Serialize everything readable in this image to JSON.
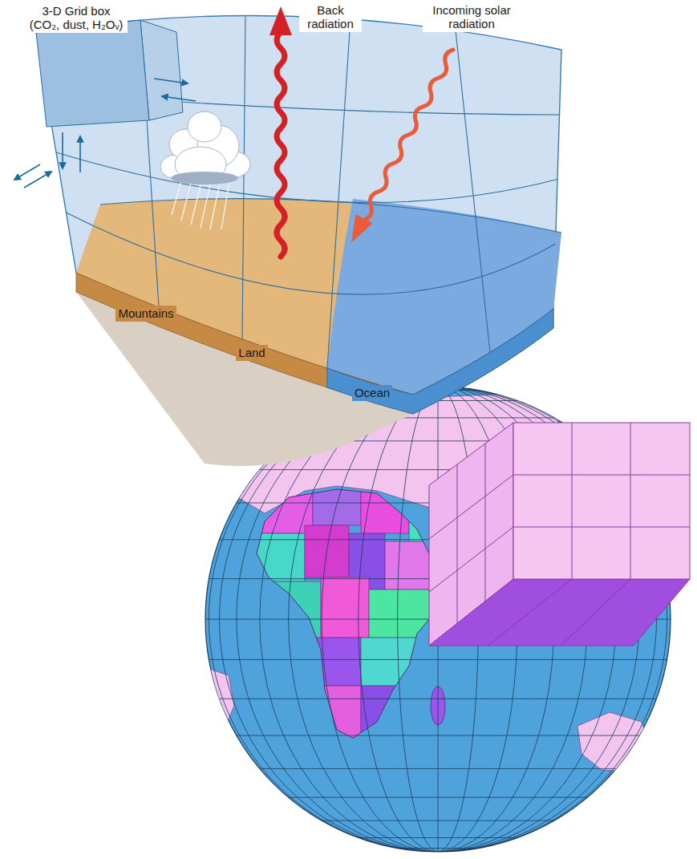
{
  "diagram": {
    "labels": [
      "3-D Grid box (CO₂, dust, H₂Oᵥ)",
      "Back radiation",
      "Incoming solar radiation",
      "Mountains",
      "Land",
      "Ocean"
    ]
  }
}
